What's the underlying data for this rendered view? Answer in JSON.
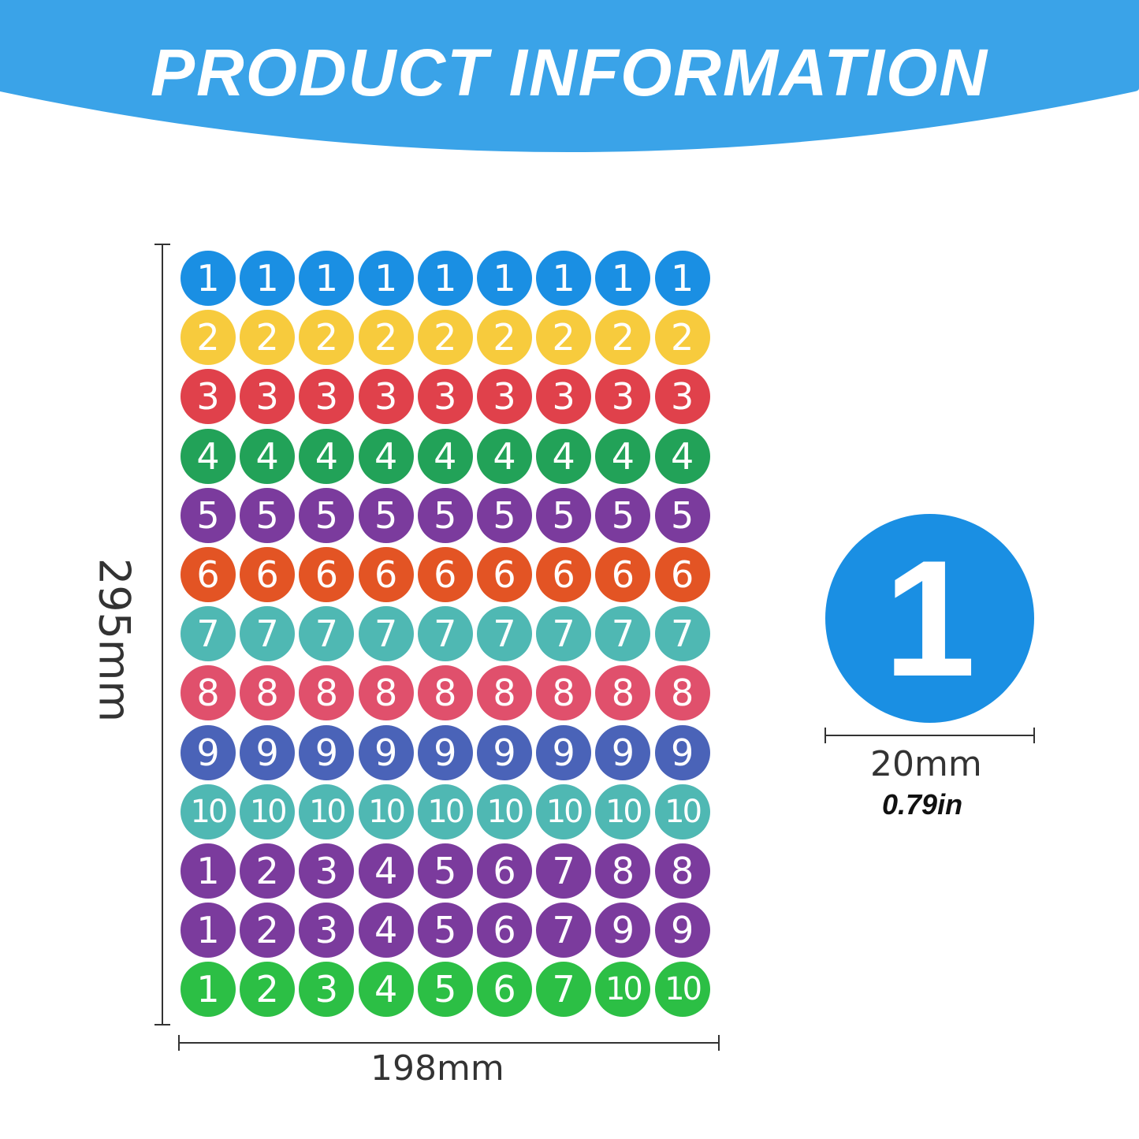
{
  "banner": {
    "title": "PRODUCT INFORMATION",
    "color": "#3aa3e8"
  },
  "sheet": {
    "columns": 9,
    "rows": [
      {
        "color": "#1a8fe3",
        "labels": [
          "1",
          "1",
          "1",
          "1",
          "1",
          "1",
          "1",
          "1",
          "1"
        ]
      },
      {
        "color": "#f7cb3d",
        "labels": [
          "2",
          "2",
          "2",
          "2",
          "2",
          "2",
          "2",
          "2",
          "2"
        ]
      },
      {
        "color": "#e0414b",
        "labels": [
          "3",
          "3",
          "3",
          "3",
          "3",
          "3",
          "3",
          "3",
          "3"
        ]
      },
      {
        "color": "#22a258",
        "labels": [
          "4",
          "4",
          "4",
          "4",
          "4",
          "4",
          "4",
          "4",
          "4"
        ]
      },
      {
        "color": "#7b3b9d",
        "labels": [
          "5",
          "5",
          "5",
          "5",
          "5",
          "5",
          "5",
          "5",
          "5"
        ]
      },
      {
        "color": "#e35424",
        "labels": [
          "6",
          "6",
          "6",
          "6",
          "6",
          "6",
          "6",
          "6",
          "6"
        ]
      },
      {
        "color": "#4fb8b3",
        "labels": [
          "7",
          "7",
          "7",
          "7",
          "7",
          "7",
          "7",
          "7",
          "7"
        ]
      },
      {
        "color": "#e0506c",
        "labels": [
          "8",
          "8",
          "8",
          "8",
          "8",
          "8",
          "8",
          "8",
          "8"
        ]
      },
      {
        "color": "#4a63b8",
        "labels": [
          "9",
          "9",
          "9",
          "9",
          "9",
          "9",
          "9",
          "9",
          "9"
        ]
      },
      {
        "color": "#4fb8b3",
        "labels": [
          "10",
          "10",
          "10",
          "10",
          "10",
          "10",
          "10",
          "10",
          "10"
        ]
      },
      {
        "color": "#7b3b9d",
        "labels": [
          "1",
          "2",
          "3",
          "4",
          "5",
          "6",
          "7",
          "8",
          "8"
        ]
      },
      {
        "color": "#7b3b9d",
        "labels": [
          "1",
          "2",
          "3",
          "4",
          "5",
          "6",
          "7",
          "9",
          "9"
        ]
      },
      {
        "color": "#2cbf45",
        "labels": [
          "1",
          "2",
          "3",
          "4",
          "5",
          "6",
          "7",
          "10",
          "10"
        ]
      }
    ]
  },
  "dimensions": {
    "height": "295mm",
    "width": "198mm",
    "sticker_mm": "20mm",
    "sticker_in": "0.79in"
  },
  "sample_sticker": {
    "label": "1",
    "color": "#1a8fe3"
  }
}
